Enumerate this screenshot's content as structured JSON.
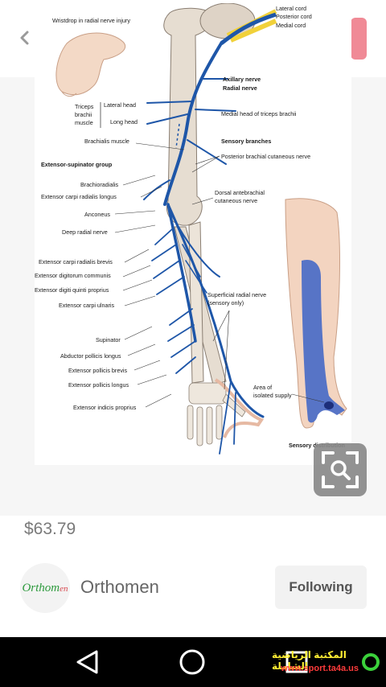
{
  "product": {
    "price": "$63.79",
    "image_labels": {
      "wristdrop": "Wristdrop in radial nerve injury",
      "lateral_cord": "Lateral cord",
      "posterior_cord": "Posterior cord",
      "medial_cord": "Medial cord",
      "axillary_nerve": "Axillary nerve",
      "radial_nerve": "Radial nerve",
      "triceps": "Triceps",
      "brachii": "brachii",
      "muscle": "muscle",
      "lateral_head": "Lateral head",
      "long_head": "Long head",
      "medial_head": "Medial head of triceps brachii",
      "brachialis": "Brachialis muscle",
      "sensory_branches": "Sensory branches",
      "posterior_brachial": "Posterior brachial cutaneous nerve",
      "extensor_supinator": "Extensor-supinator group",
      "brachioradialis": "Brachioradialis",
      "ecrl": "Extensor carpi radialis longus",
      "dorsal_antebrachial_1": "Dorsal antebrachial",
      "dorsal_antebrachial_2": "cutaneous nerve",
      "anconeus": "Anconeus",
      "deep_radial": "Deep radial nerve",
      "ecrb": "Extensor carpi radialis brevis",
      "edc": "Extensor digitorum communis",
      "edqp": "Extensor digiti quinti proprius",
      "ecu": "Extensor carpi ulnaris",
      "superficial_radial_1": "Superficial radial nerve",
      "superficial_radial_2": "(sensory only)",
      "supinator": "Supinator",
      "apl": "Abductor pollicis longus",
      "epb": "Extensor pollicis brevis",
      "epl": "Extensor pollicis longus",
      "area_isolated_1": "Area of",
      "area_isolated_2": "isolated supply",
      "eip": "Extensor indicis proprius",
      "sensory_distribution": "Sensory distribution"
    }
  },
  "seller": {
    "avatar_text_main": "Orthom",
    "avatar_text_accent": "en",
    "name": "Orthomen",
    "follow_label": "Following"
  },
  "icons": {
    "back": "chevron-left-icon",
    "zoom": "image-search-icon",
    "nav_back": "triangle-back-icon",
    "nav_home": "circle-home-icon",
    "nav_recent": "square-recents-icon"
  },
  "watermark": {
    "arabic": "المكتبة الرياضية الشاملة",
    "url": "www.sport.ta4a.us"
  },
  "colors": {
    "nerve": "#1e56a8",
    "accent_pink": "#f08a96",
    "price_text": "#7a7a7a"
  }
}
